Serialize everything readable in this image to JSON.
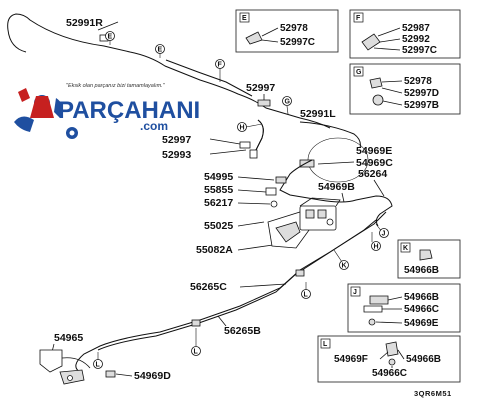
{
  "logo": {
    "slogan": "\"Eksik olan parçanız bizi tamamlayalım.\"",
    "brand": "PARÇAHANI",
    "domain": ".com",
    "accent_color": "#1f4fa0",
    "red_color": "#c62020"
  },
  "diagram_code": "3QR6M51",
  "part_labels": {
    "p52991R": "52991R",
    "p52997_top": "52997",
    "p52991L": "52991L",
    "p52997_mid": "52997",
    "p52993": "52993",
    "p54969E": "54969E",
    "p54969C": "54969C",
    "p54995": "54995",
    "p55855": "55855",
    "p56217": "56217",
    "p54969B": "54969B",
    "p56264": "56264",
    "p55025": "55025",
    "p55082A": "55082A",
    "p56265C": "56265C",
    "p56265B": "56265B",
    "p54965": "54965",
    "p54969D": "54969D"
  },
  "callout_letters": {
    "E": "E",
    "F": "F",
    "G": "G",
    "H": "H",
    "J": "J",
    "K": "K",
    "L": "L"
  },
  "inset_boxes": {
    "E": {
      "letter": "E",
      "parts": [
        "52978",
        "52997C"
      ]
    },
    "F": {
      "letter": "F",
      "parts": [
        "52987",
        "52992",
        "52997C"
      ]
    },
    "G": {
      "letter": "G",
      "parts": [
        "52978",
        "52997D",
        "52997B"
      ]
    },
    "K": {
      "letter": "K",
      "parts": [
        "54966B"
      ]
    },
    "J": {
      "letter": "J",
      "parts": [
        "54966B",
        "54966C",
        "54969E"
      ]
    },
    "L": {
      "letter": "L",
      "parts": [
        "54969F",
        "54966B",
        "54966C"
      ]
    }
  }
}
